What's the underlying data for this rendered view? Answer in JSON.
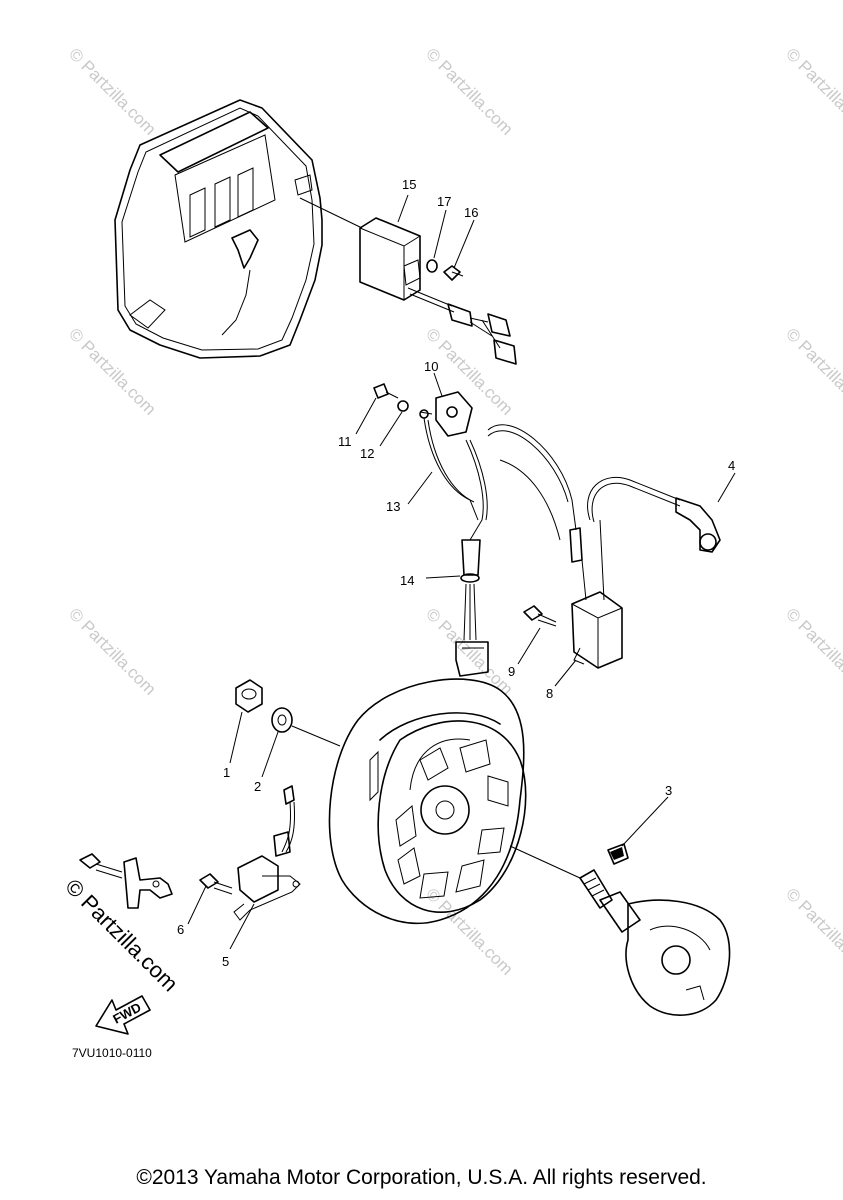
{
  "diagram": {
    "code": "7VU1010-0110",
    "copyright": "©2013 Yamaha Motor Corporation, U.S.A. All rights reserved.",
    "watermark": "© Partzilla.com",
    "brand": "© Partzilla.com",
    "fwd_label": "FWD",
    "callouts": [
      "1",
      "2",
      "3",
      "4",
      "5",
      "6",
      "8",
      "9",
      "10",
      "11",
      "12",
      "13",
      "14",
      "15",
      "16",
      "17"
    ]
  }
}
